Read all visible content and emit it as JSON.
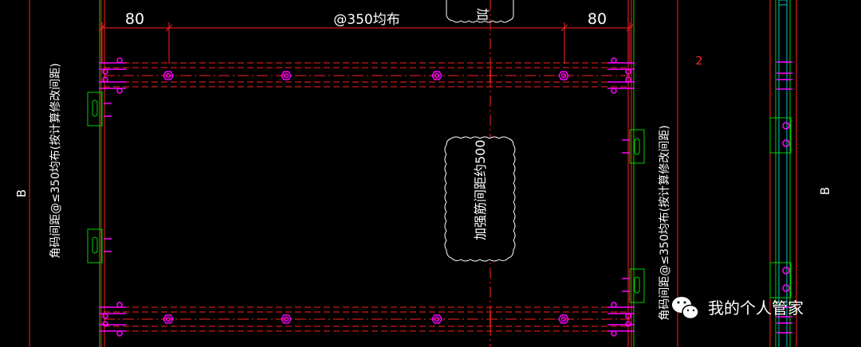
{
  "dimensions": {
    "left_offset": "80",
    "spacing": "@350均布",
    "right_offset": "80"
  },
  "labels": {
    "left_axis": "B",
    "right_axis": "B",
    "grid_number": "2",
    "left_vertical_note": "角码间距@≤350均布(按计算修改间距)",
    "right_vertical_note": "角码间距@≤350均布(按计算修改间距)",
    "stiffener_note": "加强筋间距约500",
    "top_cloud_fragment": "加"
  },
  "watermark": {
    "text": "我的个人管家"
  },
  "colors": {
    "background": "#000000",
    "red": "#ff1f1f",
    "magenta": "#ff00ff",
    "green": "#00e000",
    "white": "#ffffff"
  }
}
